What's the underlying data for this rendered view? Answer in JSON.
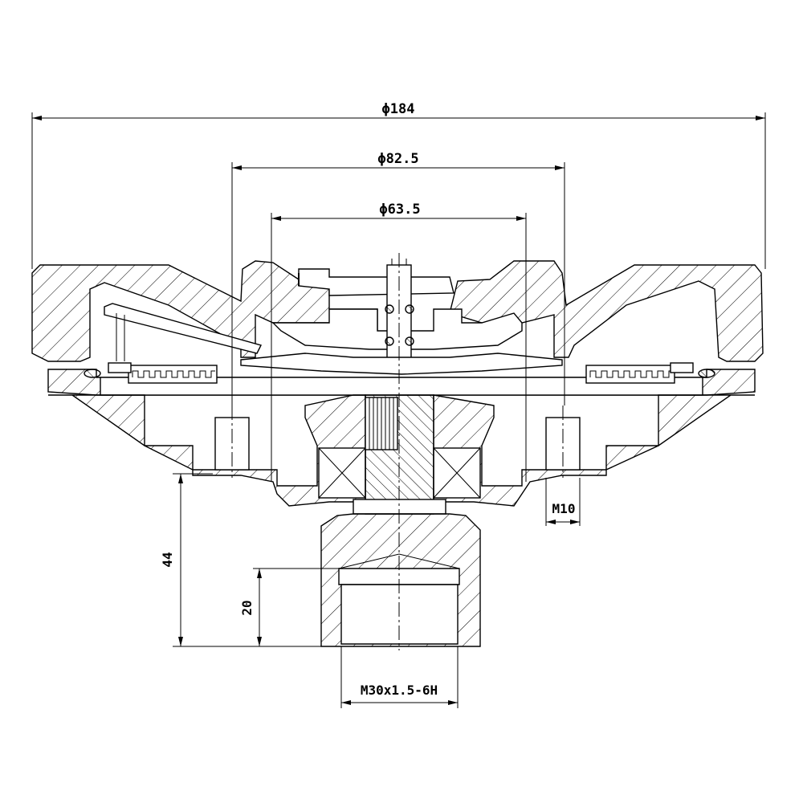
{
  "dimensions": {
    "outer_diameter": "ϕ184",
    "mid_diameter": "ϕ82.5",
    "inner_diameter": "ϕ63.5",
    "bolt_thread": "M10",
    "overall_height": "44",
    "thread_depth": "20",
    "outlet_thread": "M30x1.5-6H"
  }
}
